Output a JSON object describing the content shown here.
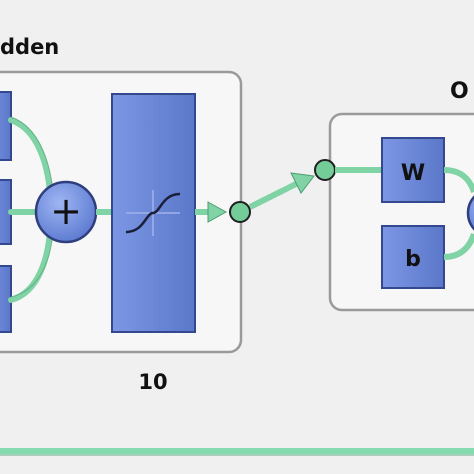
{
  "hidden_layer": {
    "title": "dden",
    "size_label": "10"
  },
  "output_layer": {
    "title": "O",
    "weight_label": "W",
    "bias_label": "b"
  },
  "symbols": {
    "sum": "+"
  },
  "icons": {
    "transfer": "tansig-curve-icon",
    "sum": "plus-circle-icon"
  },
  "colors": {
    "background": "#f0f0f0",
    "panel_fill": "#f7f7f7",
    "panel_border": "#9a9a9a",
    "block_fill": "#6a86d6",
    "block_border": "#34488f",
    "connector": "#7fd3a4",
    "node_fill": "#74cc99",
    "bottom_line": "#86dab0"
  }
}
